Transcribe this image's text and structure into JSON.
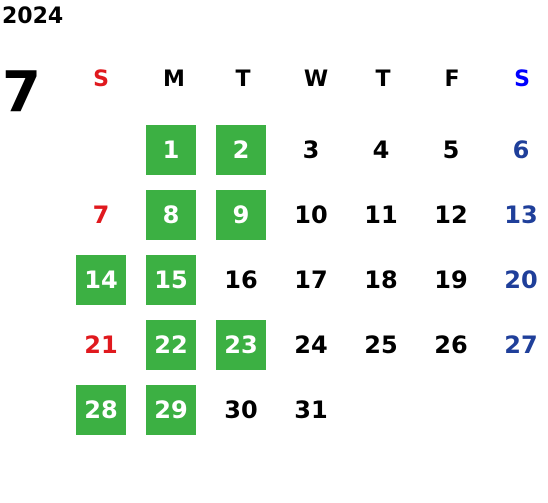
{
  "year": "2024",
  "month": "7",
  "weekdays": [
    "S",
    "M",
    "T",
    "W",
    "T",
    "F",
    "S"
  ],
  "colors": {
    "highlight": "#3cb043",
    "sunday": "#e0191e",
    "saturday": "#1f3f9a",
    "saturday_header": "#0000ff"
  },
  "days": [
    {
      "day": "1",
      "highlighted": true
    },
    {
      "day": "2",
      "highlighted": true
    },
    {
      "day": "3",
      "highlighted": false
    },
    {
      "day": "4",
      "highlighted": false
    },
    {
      "day": "5",
      "highlighted": false
    },
    {
      "day": "6",
      "highlighted": false
    },
    {
      "day": "7",
      "highlighted": false
    },
    {
      "day": "8",
      "highlighted": true
    },
    {
      "day": "9",
      "highlighted": true
    },
    {
      "day": "10",
      "highlighted": false
    },
    {
      "day": "11",
      "highlighted": false
    },
    {
      "day": "12",
      "highlighted": false
    },
    {
      "day": "13",
      "highlighted": false
    },
    {
      "day": "14",
      "highlighted": true
    },
    {
      "day": "15",
      "highlighted": true
    },
    {
      "day": "16",
      "highlighted": false
    },
    {
      "day": "17",
      "highlighted": false
    },
    {
      "day": "18",
      "highlighted": false
    },
    {
      "day": "19",
      "highlighted": false
    },
    {
      "day": "20",
      "highlighted": false
    },
    {
      "day": "21",
      "highlighted": false
    },
    {
      "day": "22",
      "highlighted": true
    },
    {
      "day": "23",
      "highlighted": true
    },
    {
      "day": "24",
      "highlighted": false
    },
    {
      "day": "25",
      "highlighted": false
    },
    {
      "day": "26",
      "highlighted": false
    },
    {
      "day": "27",
      "highlighted": false
    },
    {
      "day": "28",
      "highlighted": true
    },
    {
      "day": "29",
      "highlighted": true
    },
    {
      "day": "30",
      "highlighted": false
    },
    {
      "day": "31",
      "highlighted": false
    }
  ]
}
